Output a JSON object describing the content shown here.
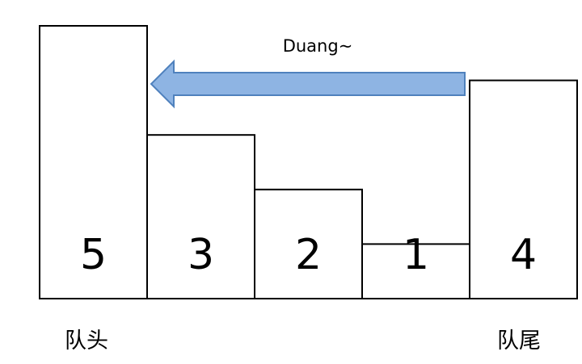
{
  "diagram": {
    "arrow_label": "Duang~",
    "head_label": "队头",
    "tail_label": "队尾",
    "bars": [
      {
        "value": "5",
        "height": 5
      },
      {
        "value": "3",
        "height": 3
      },
      {
        "value": "2",
        "height": 2
      },
      {
        "value": "1",
        "height": 1
      },
      {
        "value": "4",
        "height": 4
      }
    ],
    "colors": {
      "arrow_fill": "#8eb4e3",
      "arrow_stroke": "#4f81bd"
    }
  }
}
